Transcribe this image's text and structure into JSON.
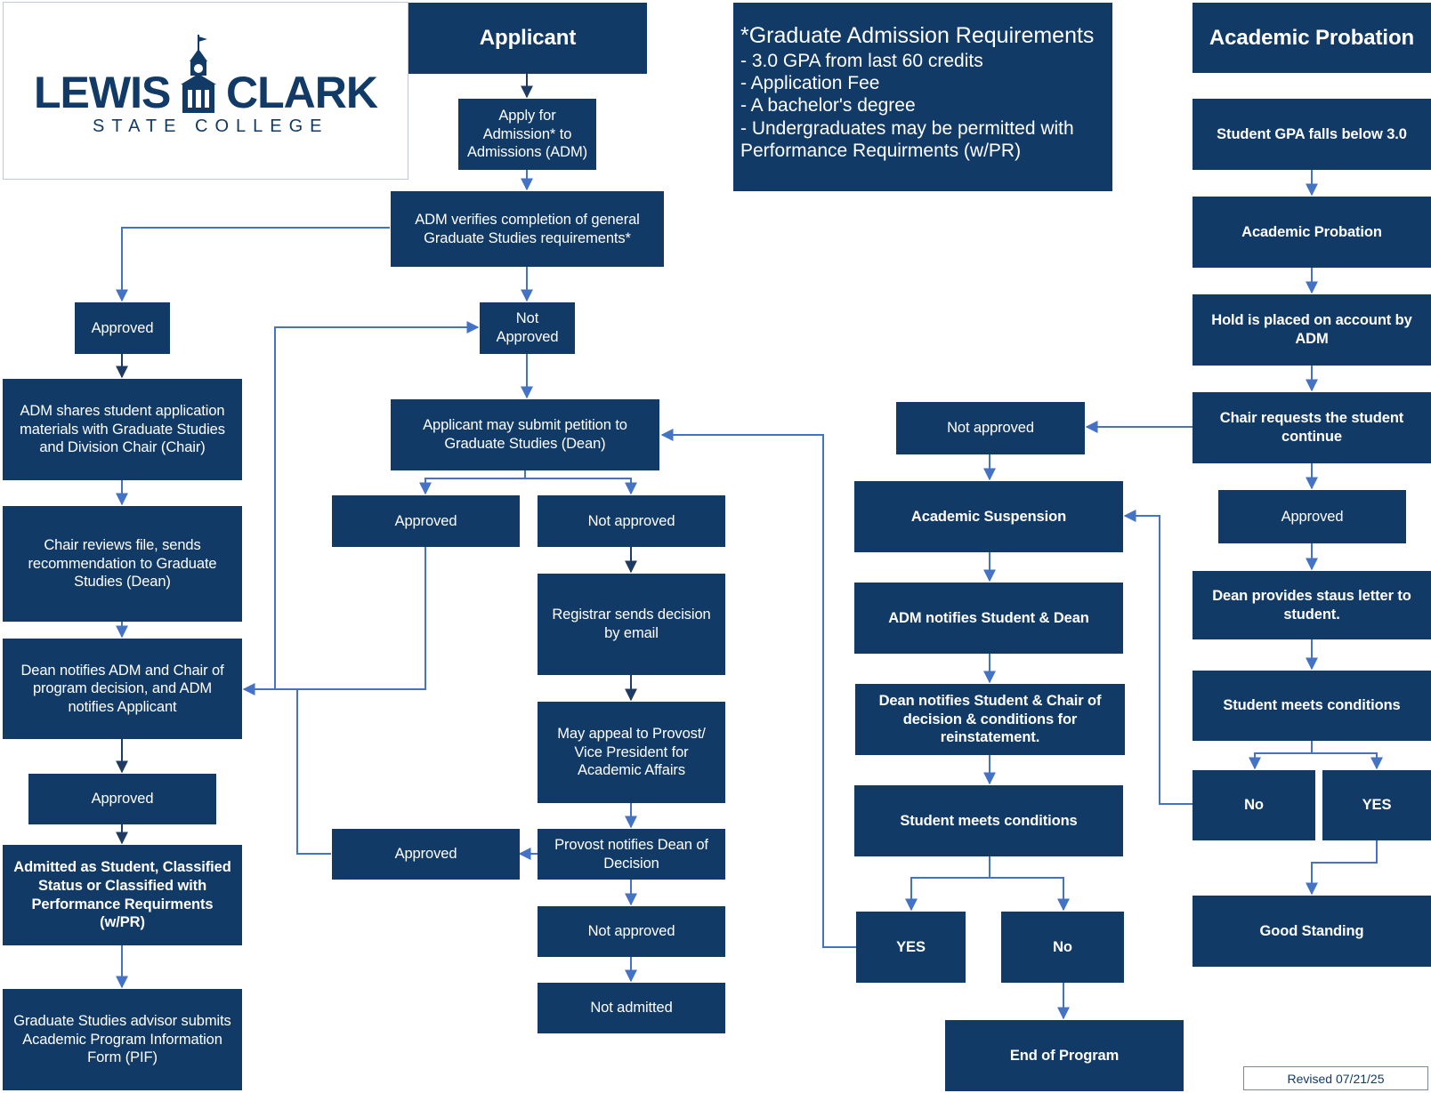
{
  "logo": {
    "word_left": "LEWIS",
    "word_right": "CLARK",
    "subtitle": "STATE COLLEGE"
  },
  "requirements": {
    "title": "*Graduate Admission Requirements",
    "lines": [
      "- 3.0 GPA from last 60 credits",
      "- Application Fee",
      "- A bachelor's degree",
      "- Undergraduates may be permitted with",
      "Performance Requirments (w/PR)"
    ]
  },
  "admission": {
    "applicant": "Applicant",
    "apply": "Apply for Admission* to Admissions (ADM)",
    "verify": "ADM verifies completion of general Graduate Studies requirements*",
    "approved_1": "Approved",
    "not_approved_1": "Not Approved",
    "share": "ADM  shares student application materials with Graduate Studies and Division Chair (Chair)",
    "chair_reviews": "Chair reviews file, sends recommendation to Graduate Studies (Dean)",
    "dean_notifies": "Dean notifies ADM and Chair of program decision, and ADM notifies Applicant",
    "approved_2": "Approved",
    "admitted": "Admitted as Student, Classified Status or Classified with Performance Requirments (w/PR)",
    "pif": "Graduate Studies advisor submits Academic Program Information Form (PIF)"
  },
  "petition": {
    "petition": "Applicant may submit petition to Graduate Studies (Dean)",
    "approved": "Approved",
    "not_approved": "Not approved",
    "registrar": "Registrar sends decision by email",
    "appeal": "May appeal to Provost/ Vice President for Academic Affairs",
    "provost": "Provost notifies Dean of Decision",
    "approved_provost": "Approved",
    "not_approved_provost": "Not approved",
    "not_admitted": "Not admitted"
  },
  "suspension": {
    "not_approved": "Not approved",
    "academic_suspension": "Academic Suspension",
    "adm_notifies": "ADM notifies Student & Dean",
    "dean_notifies": "Dean notifies Student & Chair of decision & conditions for reinstatement.",
    "meets_conditions": "Student meets conditions",
    "yes": "YES",
    "no": "No",
    "end_program": "End of Program"
  },
  "probation": {
    "header": "Academic Probation",
    "gpa": "Student GPA falls below 3.0",
    "academic_probation": "Academic Probation",
    "hold": "Hold is placed on account by ADM",
    "chair_requests": "Chair requests the student continue",
    "approved": "Approved",
    "status_letter": "Dean provides staus letter to student.",
    "meets_conditions": "Student meets conditions",
    "no": "No",
    "yes": "YES",
    "good_standing": "Good Standing"
  },
  "revised": "Revised 07/21/25",
  "colors": {
    "box_fill": "#123a66",
    "box_text": "#ffffff",
    "connector": "#4472c4",
    "connector_dark": "#1f3b63"
  }
}
